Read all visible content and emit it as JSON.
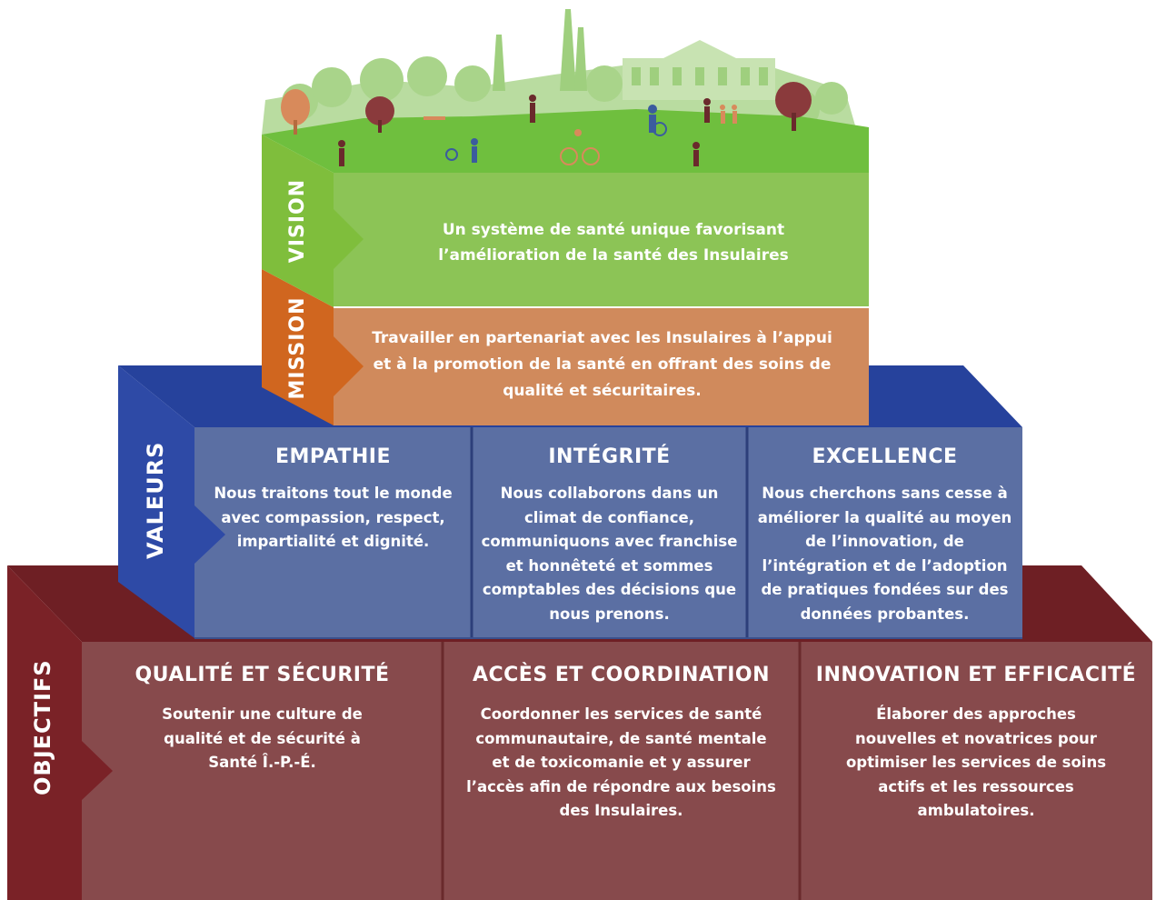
{
  "colors": {
    "vision": "#8cc456",
    "mission": "#d08a5c",
    "values": "#5b6fa3",
    "objectives": "#874a4c"
  },
  "vision": {
    "label": "VISION",
    "text": "Un système de santé unique favorisant l’amélioration de la santé des Insulaires"
  },
  "mission": {
    "label": "MISSION",
    "text": "Travailler en partenariat avec les Insulaires à l’appui et à la promotion de la santé en offrant des soins de qualité et sécuritaires."
  },
  "values": {
    "label": "VALEURS",
    "items": [
      {
        "title": "EMPATHIE",
        "text": "Nous traitons tout le monde avec compassion, respect, impartialité et dignité."
      },
      {
        "title": "INTÉGRITÉ",
        "text": "Nous collaborons dans un climat de confiance, communiquons avec franchise et honnêteté et sommes comptables des décisions que nous prenons."
      },
      {
        "title": "EXCELLENCE",
        "text": "Nous cherchons sans cesse à améliorer la qualité au moyen de l’innovation, de l’intégration et de l’adoption de pratiques fondées sur des données probantes."
      }
    ]
  },
  "objectives": {
    "label": "OBJECTIFS",
    "items": [
      {
        "title": "QUALITÉ ET SÉCURITÉ",
        "text": "Soutenir une culture de qualité et de sécurité à Santé Î.-P.-É."
      },
      {
        "title": "ACCÈS ET COORDINATION",
        "text": "Coordonner les services de santé communautaire, de santé mentale et de toxicomanie et y assurer l’accès afin de répondre aux besoins des Insulaires."
      },
      {
        "title": "INNOVATION ET EFFICACITÉ",
        "text": "Élaborer des approches nouvelles et novatrices pour optimiser les services de soins actifs et les ressources ambulatoires."
      }
    ]
  }
}
